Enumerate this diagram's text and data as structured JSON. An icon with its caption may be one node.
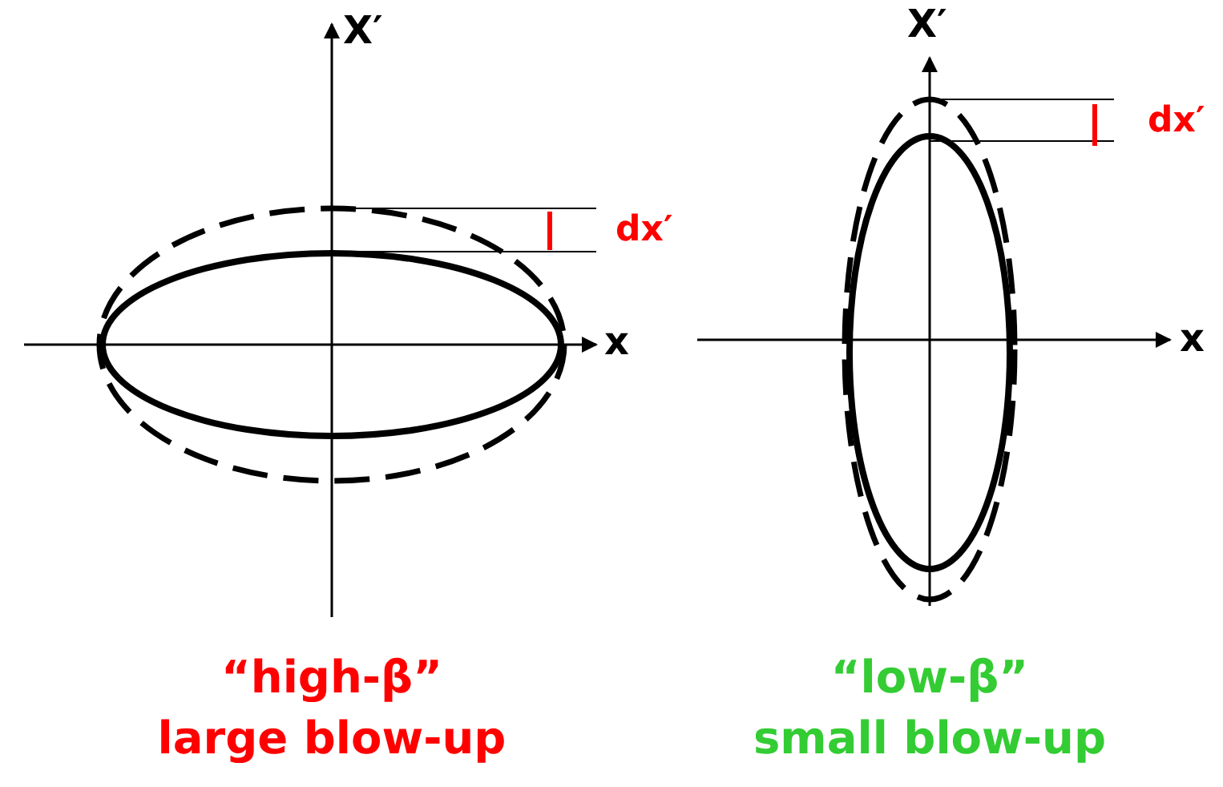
{
  "diagram": {
    "labels": [
      "X′",
      "dx′",
      "x",
      "“high-β”",
      "large blow-up",
      "X′",
      "dx′",
      "x",
      "“low-β”",
      "small blow-up"
    ]
  }
}
